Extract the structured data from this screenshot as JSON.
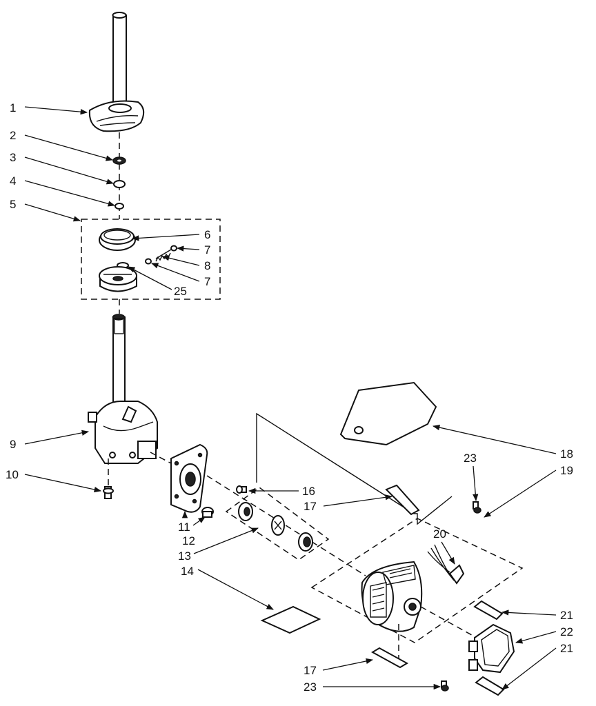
{
  "labels": [
    {
      "id": "1",
      "text": "1"
    },
    {
      "id": "2",
      "text": "2"
    },
    {
      "id": "3",
      "text": "3"
    },
    {
      "id": "4",
      "text": "4"
    },
    {
      "id": "5",
      "text": "5"
    },
    {
      "id": "6",
      "text": "6"
    },
    {
      "id": "7a",
      "text": "7"
    },
    {
      "id": "8",
      "text": "8"
    },
    {
      "id": "7b",
      "text": "7"
    },
    {
      "id": "25",
      "text": "25"
    },
    {
      "id": "9",
      "text": "9"
    },
    {
      "id": "10",
      "text": "10"
    },
    {
      "id": "16",
      "text": "16"
    },
    {
      "id": "17a",
      "text": "17"
    },
    {
      "id": "11",
      "text": "11"
    },
    {
      "id": "12",
      "text": "12"
    },
    {
      "id": "13",
      "text": "13"
    },
    {
      "id": "14",
      "text": "14"
    },
    {
      "id": "18",
      "text": "18"
    },
    {
      "id": "19",
      "text": "19"
    },
    {
      "id": "23a",
      "text": "23"
    },
    {
      "id": "20",
      "text": "20"
    },
    {
      "id": "21a",
      "text": "21"
    },
    {
      "id": "22",
      "text": "22"
    },
    {
      "id": "21b",
      "text": "21"
    },
    {
      "id": "17b",
      "text": "17"
    },
    {
      "id": "23b",
      "text": "23"
    }
  ]
}
